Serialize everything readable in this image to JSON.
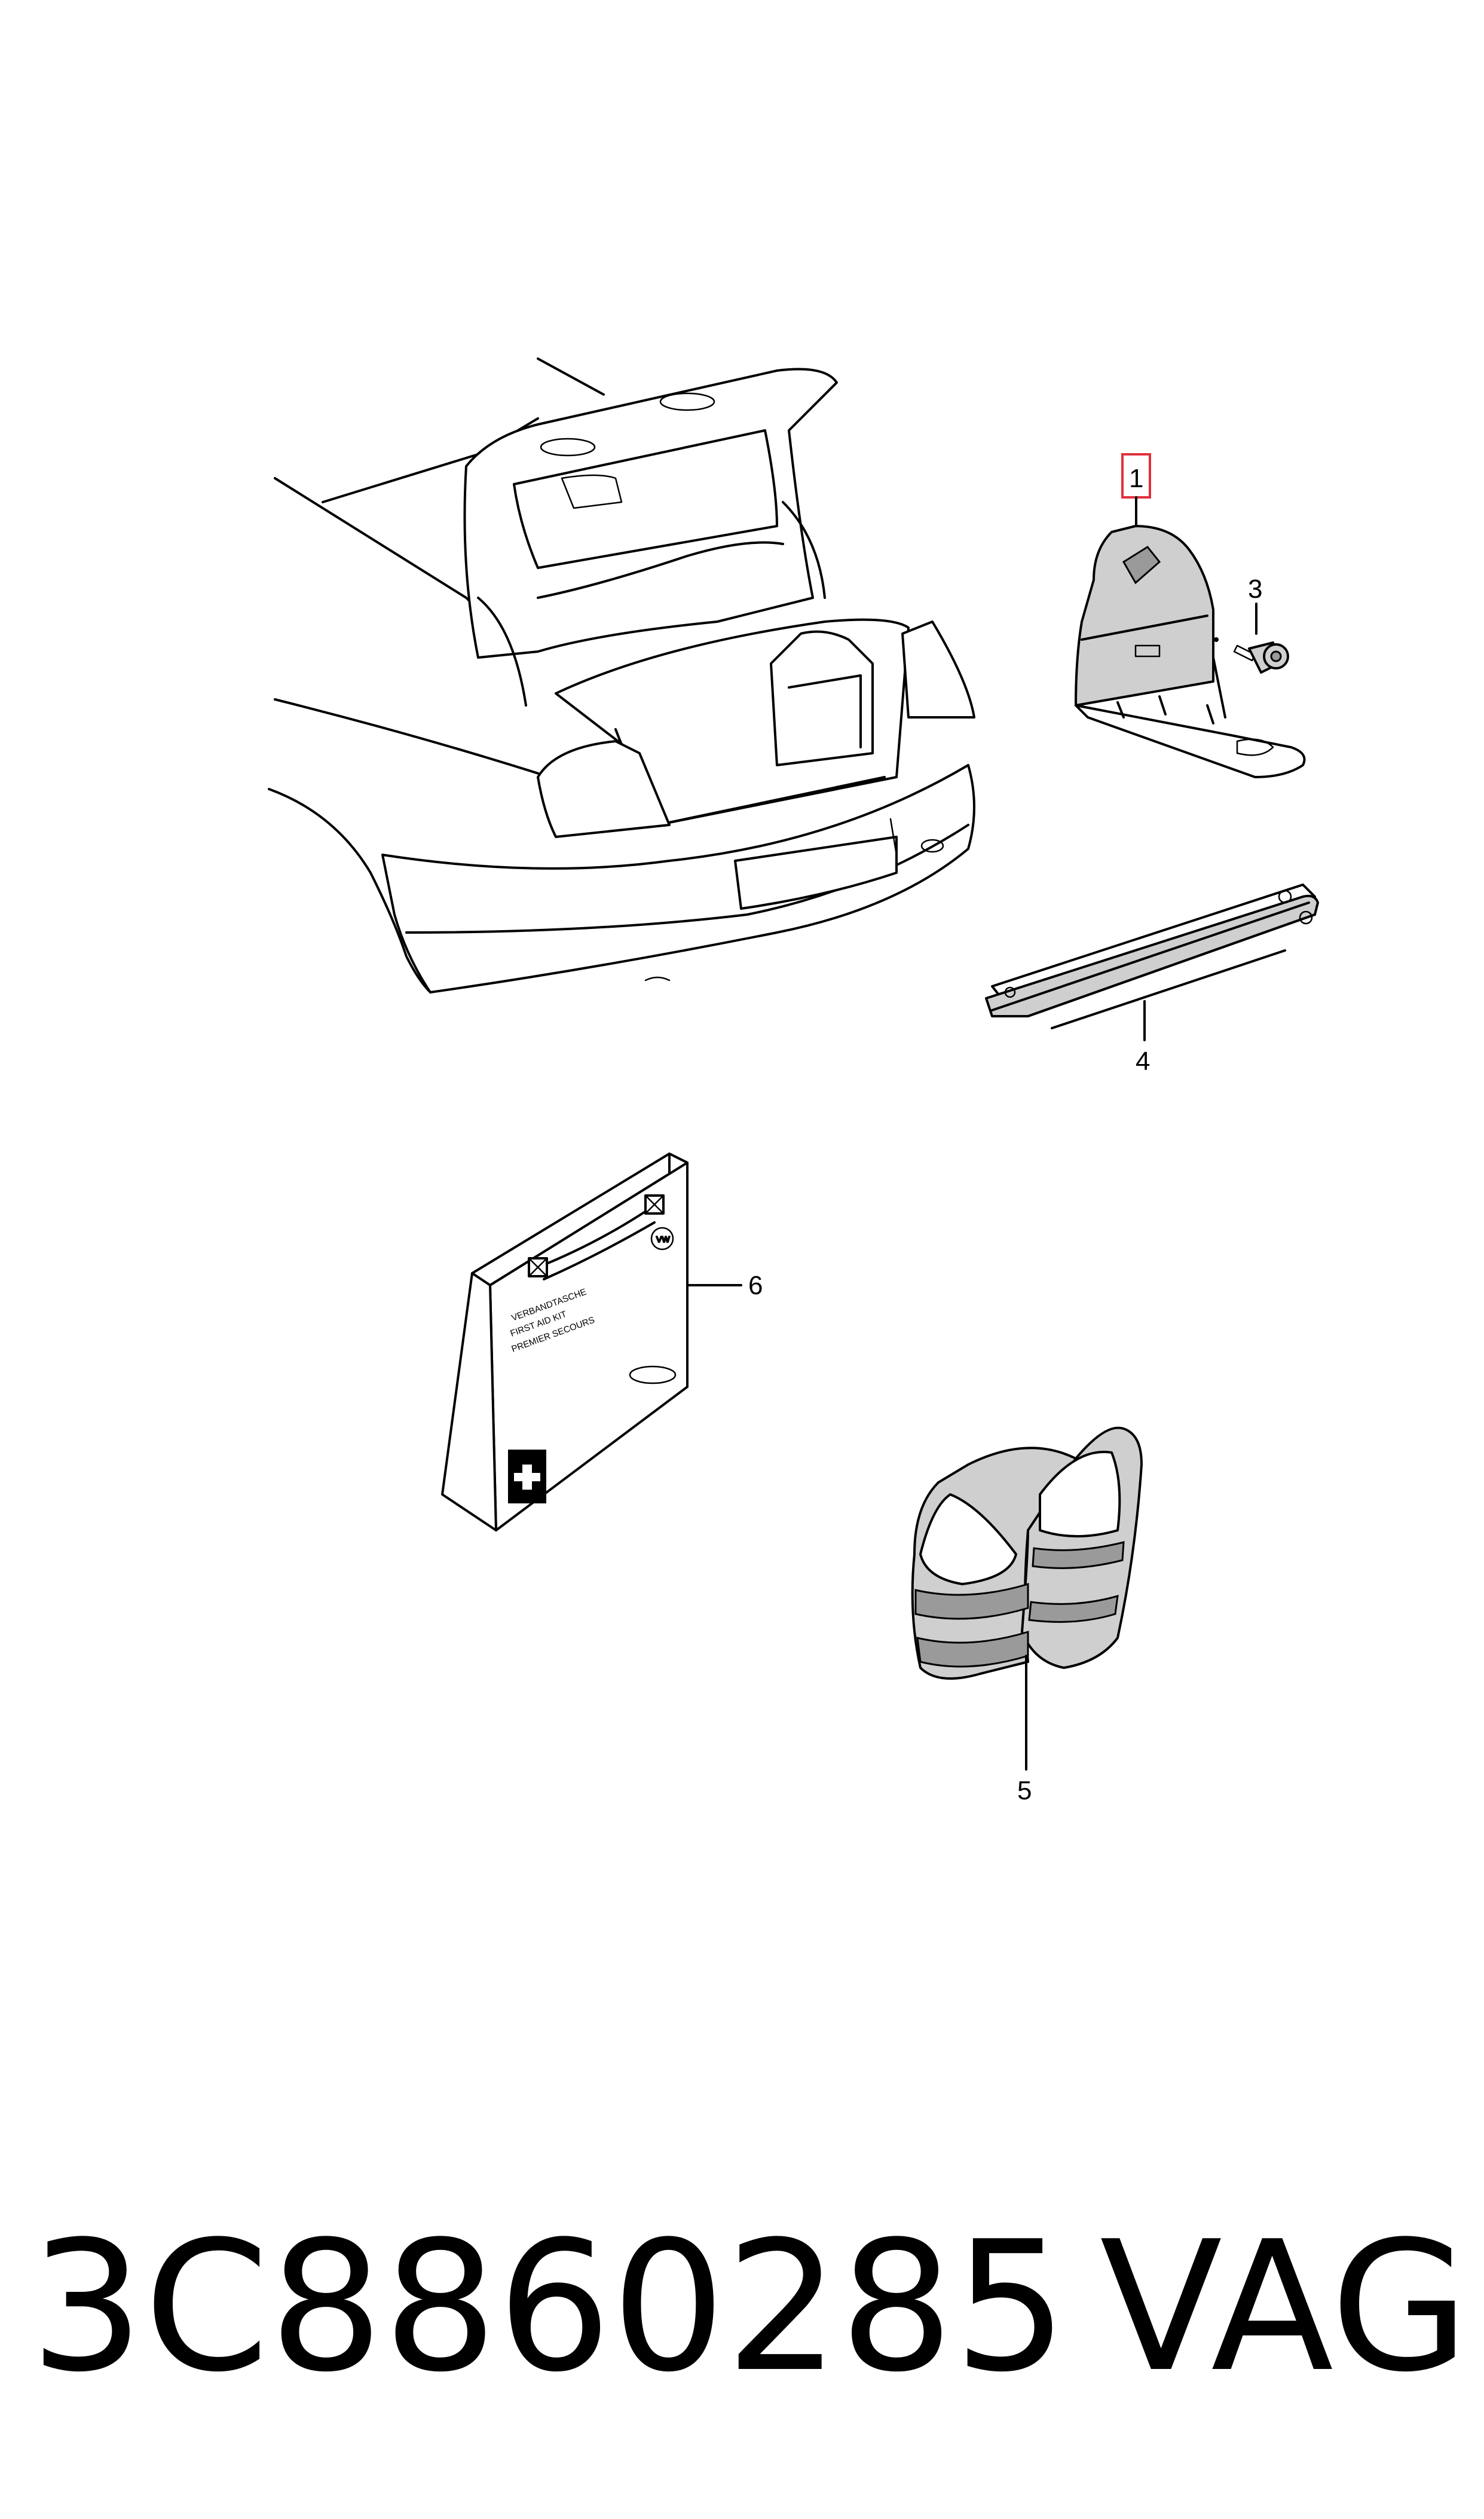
{
  "callouts": {
    "c1": "1",
    "c3": "3",
    "c4": "4",
    "c5": "5",
    "c6": "6"
  },
  "first_aid_kit": {
    "line1": "VERBANDTASCHE",
    "line2": "FIRST AID KIT",
    "line3": "PREMIER SECOURS"
  },
  "part_number": "3C8860285",
  "brand": "VAG",
  "highlight_color": "#e0303a"
}
